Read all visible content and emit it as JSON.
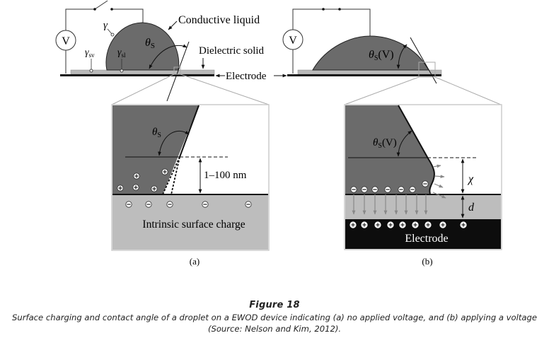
{
  "figure": {
    "panel_a": {
      "voltmeter": "V",
      "labels": {
        "gamma": "γ",
        "gamma_sv": "γ",
        "gamma_sv_sub": "sv",
        "gamma_sl": "γ",
        "gamma_sl_sub": "sl",
        "theta": "θ",
        "theta_sub": "S",
        "conductive_liquid": "Conductive liquid",
        "dielectric_solid": "Dielectric solid",
        "electrode": "Electrode"
      },
      "zoom": {
        "theta": "θ",
        "theta_sub": "S",
        "thickness": "1–100 nm",
        "surface_charge": "Intrinsic surface charge",
        "plus_count": 5,
        "minus_count": 5
      },
      "caption": "(a)"
    },
    "panel_b": {
      "voltmeter": "V",
      "labels": {
        "theta": "θ",
        "theta_sub": "S",
        "theta_arg": "(V)"
      },
      "zoom": {
        "theta": "θ",
        "theta_sub": "S",
        "theta_arg": "(V)",
        "chi": "χ",
        "d": "d",
        "electrode": "Electrode",
        "minus_count": 7,
        "plus_count": 9
      },
      "caption": "(b)"
    }
  },
  "caption": {
    "title": "Figure 18",
    "line1": "Surface charging and contact angle of a droplet on a EWOD device indicating (a) no applied voltage, and (b) applying a voltage",
    "line2": "(Source: Nelson and Kim, 2012)."
  },
  "colors": {
    "droplet": "#6b6b6b",
    "dielectric": "#b9b9b9",
    "electrode": "#111111",
    "leader": "#aaaaaa"
  }
}
